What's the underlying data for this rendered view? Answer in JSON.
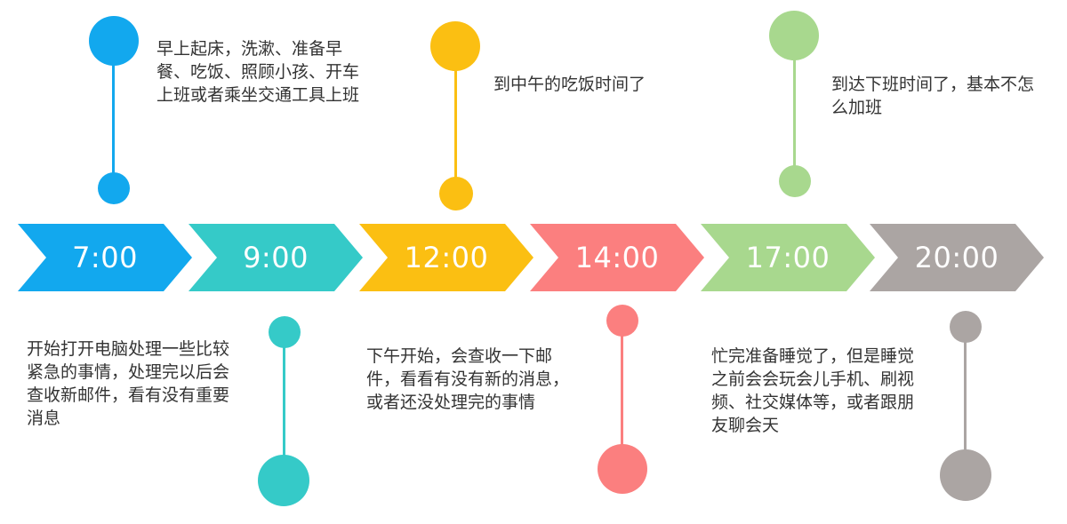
{
  "colors": {
    "blue": "#12A8EE",
    "teal": "#35CAC8",
    "yellow": "#FBBF12",
    "red": "#FB7F7F",
    "green": "#A8D88E",
    "gray": "#ABA5A3"
  },
  "stages": [
    {
      "time": "7:00",
      "color": "#12A8EE",
      "description": "早上起床，洗漱、准备早餐、吃饭、照顾小孩、开车上班或者乘坐交通工具上班"
    },
    {
      "time": "9:00",
      "color": "#35CAC8",
      "description": "开始打开电脑处理一些比较紧急的事情，处理完以后会查收新邮件，看有没有重要消息"
    },
    {
      "time": "12:00",
      "color": "#FBBF12",
      "description": "到中午的吃饭时间了"
    },
    {
      "time": "14:00",
      "color": "#FB7F7F",
      "description": "下午开始，会查收一下邮件，看看有没有新的消息，或者还没处理完的事情"
    },
    {
      "time": "17:00",
      "color": "#A8D88E",
      "description": "到达下班时间了，基本不怎么加班"
    },
    {
      "time": "20:00",
      "color": "#ABA5A3",
      "description": "忙完准备睡觉了，但是睡觉之前会会玩会儿手机、刷视频、社交媒体等，或者跟朋友聊会天"
    }
  ]
}
